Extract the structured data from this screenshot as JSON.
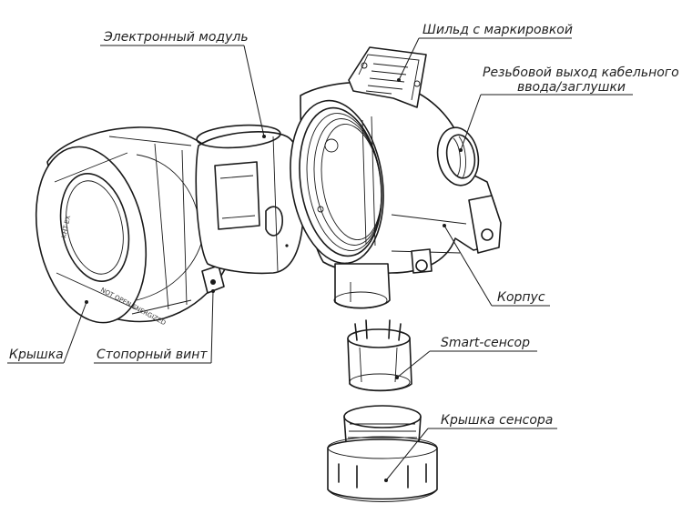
{
  "labels": {
    "electronic_module": "Электронный модуль",
    "nameplate": "Шильд с маркировкой",
    "thread_line1": "Резьбовой выход кабельного",
    "thread_line2": "ввода/заглушки",
    "housing": "Корпус",
    "smart_sensor": "Smart-сенсор",
    "sensor_cover": "Крышка сенсора",
    "cover": "Крышка",
    "lock_screw": "Стопорный винт"
  }
}
